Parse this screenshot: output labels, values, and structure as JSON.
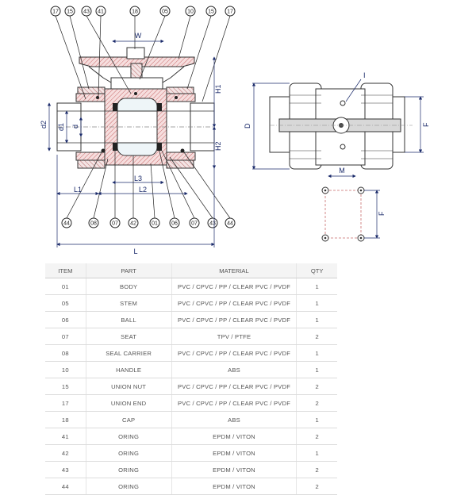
{
  "callouts_top": [
    "17",
    "15",
    "41",
    "43",
    "18",
    "05",
    "10",
    "15",
    "17"
  ],
  "callouts_bottom": [
    "44",
    "08",
    "07",
    "42",
    "01",
    "06",
    "07",
    "43",
    "44"
  ],
  "dimensions": {
    "W": "W",
    "H1": "H1",
    "H2": "H2",
    "d2": "d2",
    "d1": "d1",
    "d": "d",
    "L": "L",
    "L1": "L1",
    "L2": "L2",
    "L3": "L3",
    "D": "D",
    "F_side": "F",
    "M": "M",
    "F_bottom": "F",
    "I": "I"
  },
  "table": {
    "headers": [
      "ITEM",
      "PART",
      "MATERIAL",
      "QTY"
    ],
    "rows": [
      [
        "01",
        "BODY",
        "PVC / CPVC / PP / CLEAR PVC / PVDF",
        "1"
      ],
      [
        "05",
        "STEM",
        "PVC / CPVC / PP / CLEAR PVC / PVDF",
        "1"
      ],
      [
        "06",
        "BALL",
        "PVC / CPVC / PP / CLEAR PVC / PVDF",
        "1"
      ],
      [
        "07",
        "SEAT",
        "TPV / PTFE",
        "2"
      ],
      [
        "08",
        "SEAL CARRIER",
        "PVC / CPVC / PP / CLEAR PVC / PVDF",
        "1"
      ],
      [
        "10",
        "HANDLE",
        "ABS",
        "1"
      ],
      [
        "15",
        "UNION NUT",
        "PVC / CPVC / PP / CLEAR PVC / PVDF",
        "2"
      ],
      [
        "17",
        "UNION END",
        "PVC / CPVC / PP / CLEAR PVC / PVDF",
        "2"
      ],
      [
        "18",
        "CAP",
        "ABS",
        "1"
      ],
      [
        "41",
        "ORING",
        "EPDM / VITON",
        "2"
      ],
      [
        "42",
        "ORING",
        "EPDM / VITON",
        "1"
      ],
      [
        "43",
        "ORING",
        "EPDM / VITON",
        "2"
      ],
      [
        "44",
        "ORING",
        "EPDM / VITON",
        "2"
      ]
    ]
  }
}
